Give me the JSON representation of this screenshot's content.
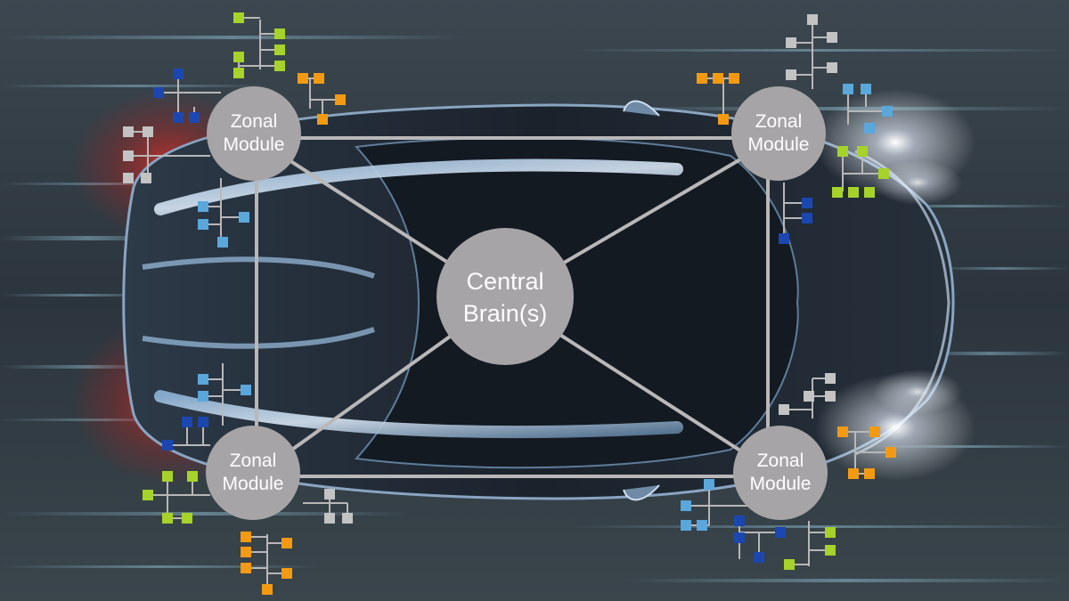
{
  "colors": {
    "node_fill": "#a6a4a6",
    "link": "#b9b7b8",
    "light_blue": "#5aa7dc",
    "dark_blue": "#1c47b0",
    "lime": "#a6d22a",
    "orange": "#f39a12",
    "gray": "#c3c3c3",
    "tail_glow": "#c42a24",
    "head_glow": "#ffffff"
  },
  "nodes": {
    "central": {
      "line1": "Central",
      "line2": "Brain(s)"
    },
    "zonal_top_left": {
      "line1": "Zonal",
      "line2": "Module"
    },
    "zonal_top_right": {
      "line1": "Zonal",
      "line2": "Module"
    },
    "zonal_bottom_left": {
      "line1": "Zonal",
      "line2": "Module"
    },
    "zonal_bottom_right": {
      "line1": "Zonal",
      "line2": "Module"
    }
  }
}
